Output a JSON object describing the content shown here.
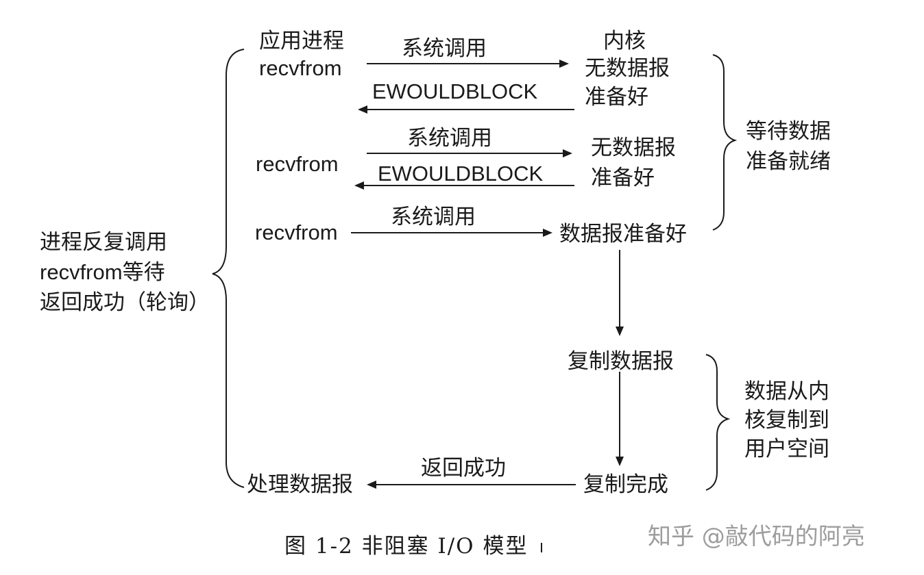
{
  "process": {
    "title": "应用进程",
    "recv1": "recvfrom",
    "recv2": "recvfrom",
    "recv3": "recvfrom",
    "handle": "处理数据报"
  },
  "kernel": {
    "title": "内核",
    "no_data_1a": "无数据报",
    "no_data_1b": "准备好",
    "no_data_2a": "无数据报",
    "no_data_2b": "准备好",
    "ready": "数据报准备好",
    "copy": "复制数据报",
    "done": "复制完成"
  },
  "arrows": {
    "syscall_1": "系统调用",
    "ewould_1": "EWOULDBLOCK",
    "syscall_2": "系统调用",
    "ewould_2": "EWOULDBLOCK",
    "syscall_3": "系统调用",
    "return_ok": "返回成功"
  },
  "left_note": {
    "line1": "进程反复调用",
    "line2": "recvfrom等待",
    "line3": "返回成功（轮询）"
  },
  "right_notes": {
    "wait_1": "等待数据",
    "wait_2": "准备就绪",
    "copy_1": "数据从内",
    "copy_2": "核复制到",
    "copy_3": "用户空间"
  },
  "caption": "图 1-2   非阻塞 I/O 模型",
  "watermark": "知乎 @敲代码的阿亮"
}
